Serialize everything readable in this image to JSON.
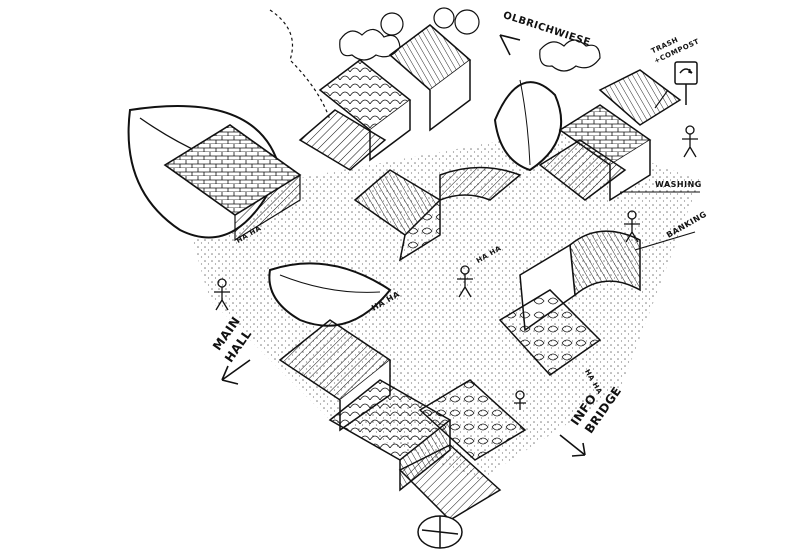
{
  "labels": {
    "olbrichwiese": "OLBRICHWIESE",
    "trash_line1": "TRASH",
    "trash_line2": "+COMPOST",
    "washing": "WASHING",
    "banking": "BANKING",
    "main_line1": "MAIN",
    "main_line2": "HALL",
    "info_line1": "INFO",
    "info_line2": "BRIDGE",
    "haha1": "HA HA",
    "haha2": "HA HA",
    "haha3": "HA HA",
    "haha4": "HA HA"
  },
  "colors": {
    "ink": "#111111",
    "paper": "#ffffff"
  },
  "icons": [
    "leaf-canopy-icon",
    "recycle-sign-icon",
    "arrow-icon",
    "tree-icon",
    "person-icon"
  ]
}
